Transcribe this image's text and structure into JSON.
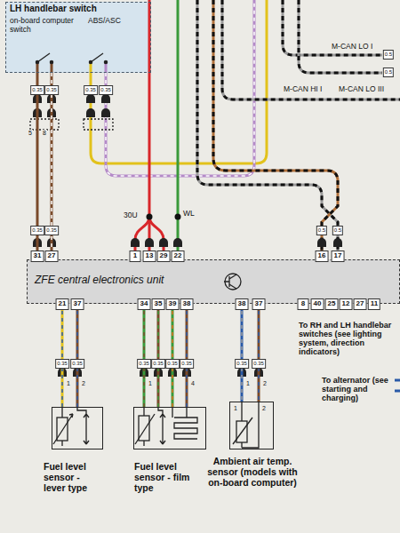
{
  "diagram": {
    "nodes": [
      {
        "text": [
          "LH handlebar switch",
          "on-board computer switch",
          "ABS/ASC"
        ]
      },
      {
        "text": [
          "ZFE central electronics unit"
        ]
      },
      {
        "text": [
          "Fuel level sensor - lever type"
        ]
      },
      {
        "text": [
          "Fuel level sensor - film type"
        ]
      },
      {
        "text": [
          "Ambient air temp. sensor (models with on-board computer)"
        ]
      }
    ],
    "edges": [
      {
        "from": 0,
        "to": 1,
        "arrow": "none"
      },
      {
        "from": 0,
        "to": 1,
        "arrow": "none"
      },
      {
        "from": 1,
        "to": 2,
        "arrow": "none"
      },
      {
        "from": 1,
        "to": 2,
        "arrow": "none"
      },
      {
        "from": 1,
        "to": 3,
        "arrow": "none"
      },
      {
        "from": 1,
        "to": 3,
        "arrow": "none"
      },
      {
        "from": 1,
        "to": 3,
        "arrow": "none"
      },
      {
        "from": 1,
        "to": 3,
        "arrow": "none"
      },
      {
        "from": 1,
        "to": 4,
        "arrow": "none"
      },
      {
        "from": 1,
        "to": 4,
        "arrow": "none"
      }
    ],
    "labels": [
      "M-CAN LO I",
      "0.5",
      "0.5",
      "M-CAN HI I",
      "M-CAN LO III",
      "0.35",
      "0.35",
      "0.35",
      "0.35",
      "5",
      "8",
      "30U",
      "WL",
      "0.35",
      "0.35",
      "0.5",
      "0.5",
      "31",
      "27",
      "1",
      "13",
      "29",
      "22",
      "16",
      "17",
      "21",
      "37",
      "34",
      "35",
      "39",
      "38",
      "38",
      "37",
      "8",
      "40",
      "25",
      "12",
      "27",
      "11",
      "0.35",
      "0.35",
      "0.35",
      "0.35",
      "0.35",
      "0.35",
      "0.35",
      "0.35",
      "To RH and LH handlebar switches (see lighting system, direction indicators)",
      "To alternator (see starting and charging)",
      "1",
      "2",
      "1",
      "4",
      "1",
      "2",
      "1",
      "2"
    ]
  }
}
